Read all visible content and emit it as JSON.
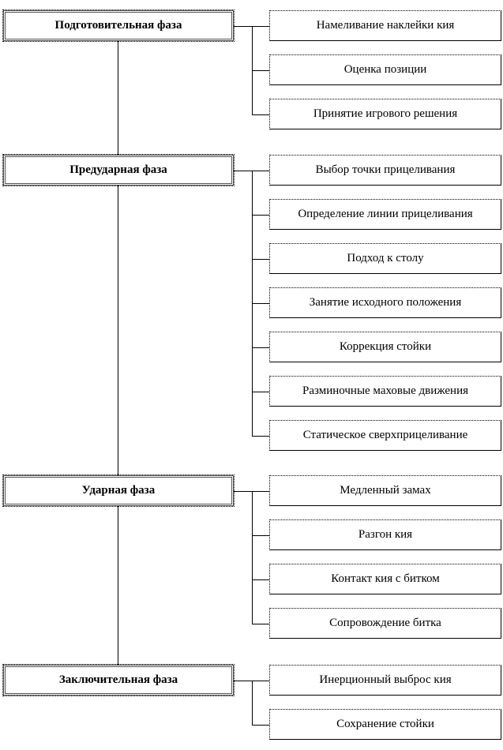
{
  "phases": [
    {
      "label": "Подготовительная фаза",
      "steps": [
        "Намеливание наклейки кия",
        "Оценка позиции",
        "Принятие игрового решения"
      ]
    },
    {
      "label": "Предударная фаза",
      "steps": [
        "Выбор точки прицеливания",
        "Определение линии прицеливания",
        "Подход к столу",
        "Занятие исходного положения",
        "Коррекция стойки",
        "Разминочные маховые движения",
        "Статическое сверхприцеливание"
      ]
    },
    {
      "label": "Ударная фаза",
      "steps": [
        "Медленный замах",
        "Разгон кия",
        "Контакт кия с битком",
        "Сопровождение битка"
      ]
    },
    {
      "label": "Заключительная фаза",
      "steps": [
        "Инерционный выброс кия",
        "Сохранение стойки"
      ]
    }
  ]
}
